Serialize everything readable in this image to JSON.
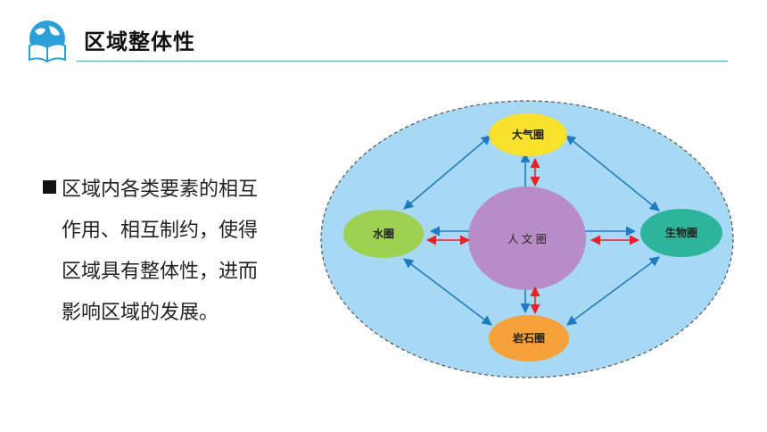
{
  "header": {
    "title": "区域整体性",
    "logo_icon": "globe-book-icon"
  },
  "body": {
    "lines": [
      "区域内各类要素的相互",
      "作用、相互制约，使得",
      "区域具有整体性，进而",
      "影响区域的发展。"
    ]
  },
  "diagram": {
    "center": {
      "label": "人 文 圈",
      "color": "#b88cc6"
    },
    "top": {
      "label": "大气圈",
      "color": "#f8e22e"
    },
    "left": {
      "label": "水圈",
      "color": "#9ed14f"
    },
    "right": {
      "label": "生物圈",
      "color": "#2cb59a"
    },
    "bottom": {
      "label": "岩石圈",
      "color": "#f7a13a"
    },
    "background_color": "#a7d8f4",
    "blue_arrow_color": "#1f7cc0",
    "red_arrow_color": "#e52227"
  }
}
